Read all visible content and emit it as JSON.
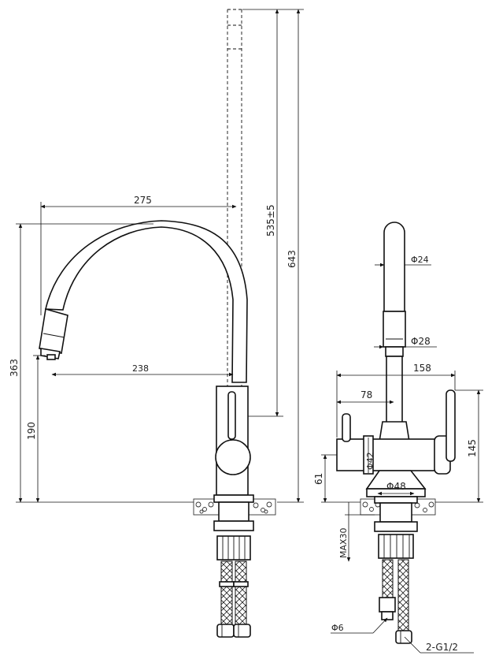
{
  "dimensions": {
    "reach": "275",
    "spout_height": "535±5",
    "total_height": "643",
    "height_363": "363",
    "spout_to_body": "238",
    "lever_height": "190",
    "diam_spout": "Φ24",
    "diam_aerator": "Φ28",
    "body_width": "158",
    "lever_reach": "78",
    "diam_body": "Φ42",
    "diam_base": "Φ48",
    "body_height": "145",
    "base_height": "61",
    "max_counter": "MAX30",
    "diam_hose": "Φ6",
    "connection": "2-G1/2"
  }
}
